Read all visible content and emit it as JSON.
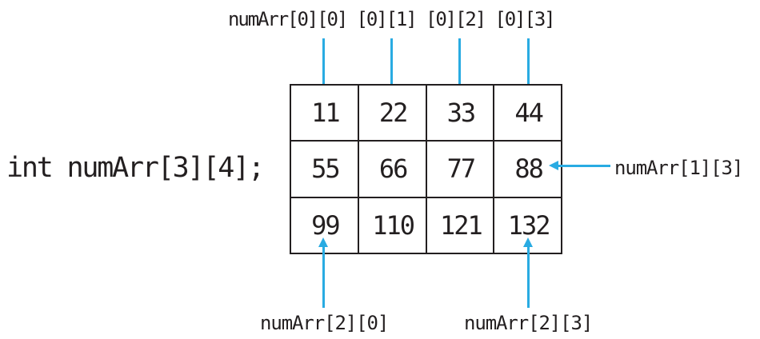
{
  "figure": {
    "declaration": "int numArr[3][4];",
    "labels": {
      "top": "numArr[0][0] [0][1] [0][2] [0][3]",
      "right": "numArr[1][3]",
      "bottom_left": "numArr[2][0]",
      "bottom_right": "numArr[2][3]"
    },
    "array": {
      "rows": [
        [
          "11",
          "22",
          "33",
          "44"
        ],
        [
          "55",
          "66",
          "77",
          "88"
        ],
        [
          "99",
          "110",
          "121",
          "132"
        ]
      ]
    },
    "colors": {
      "arrow": "#29ABE2",
      "ink": "#231F20",
      "background": "#FFFFFF"
    }
  }
}
